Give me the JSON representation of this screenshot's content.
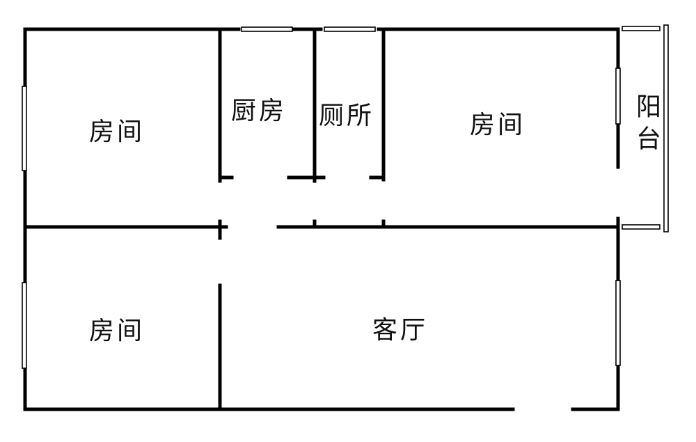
{
  "title": "Floor plan",
  "rooms": {
    "bedroom_top_left": "房间",
    "kitchen": "厨房",
    "toilet": "厕所",
    "bedroom_top_right": "房间",
    "balcony": "阳台",
    "bedroom_bottom_left": "房间",
    "living_room": "客厅"
  }
}
